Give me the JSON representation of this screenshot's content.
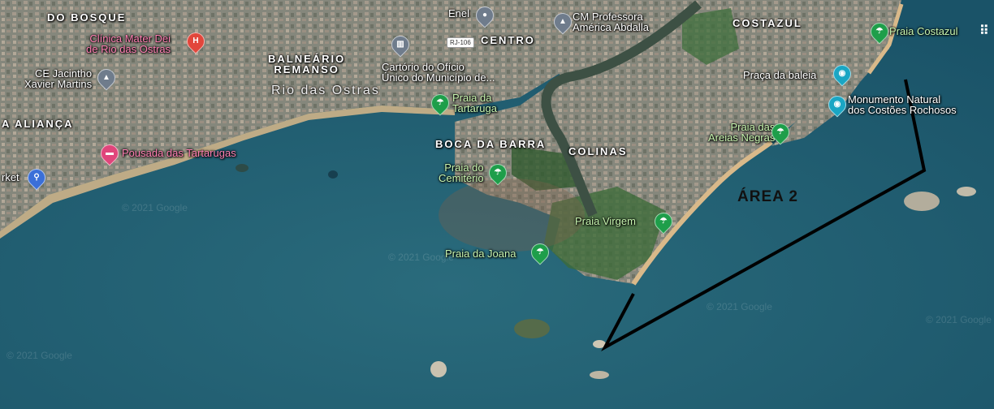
{
  "map": {
    "neighborhoods": {
      "do_bosque": "DO BOSQUE",
      "balneario_remanso": "BALNEÁRIO\nREMANSO",
      "centro": "CENTRO",
      "costazul": "COSTAZUL",
      "alianca": "A ALIANÇA",
      "boca_da_barra": "BOCA DA BARRA",
      "colinas": "COLINAS"
    },
    "city": "Rio das Ostras",
    "pois": {
      "clinica": "Clínica Mater Dei\nde Rio das Ostras",
      "ce_jacintho": "CE Jacintho\nXavier Martins",
      "enel": "Enel",
      "cm_professora": "CM Professora\nAmérica Abdalla",
      "route_badge": "RJ-106",
      "cartorio": "Cartório do Ofício\nÚnico do Município de...",
      "praia_tartaruga": "Praia da\nTartaruga",
      "praia_costazul": "Praia Costazul",
      "praca_baleia": "Praça da baleia",
      "monumento": "Monumento Natural\ndos Costões Rochosos",
      "praia_areias_negras": "Praia das\nAreias Negras",
      "pousada": "Pousada das Tartarugas",
      "market": "rket",
      "praia_cemiterio": "Praia do\nCemitério",
      "praia_virgem": "Praia Virgem",
      "praia_joana": "Praia da Joana"
    },
    "annotation": "ÁREA 2",
    "watermarks": [
      "© 2021 Google",
      "© 2021 Google",
      "© 2021 Google",
      "© 2021 Google",
      "© 2021 Google"
    ]
  },
  "colors": {
    "ocean": "#1f5f74",
    "land": "#7a7e72",
    "vegetation": "#3d6b3a",
    "beach": "#d9b98a",
    "annotation_line": "#000000"
  }
}
